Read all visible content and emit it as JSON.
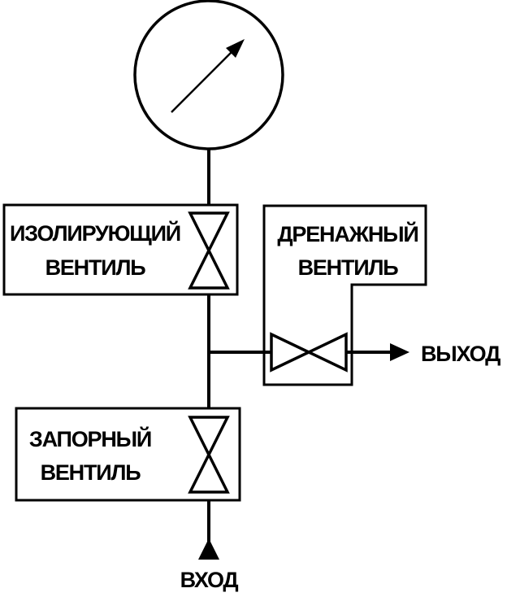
{
  "diagram": {
    "isolating_valve": {
      "line1": "ИЗОЛИРУЮЩИЙ",
      "line2": "ВЕНТИЛЬ"
    },
    "drain_valve": {
      "line1": "ДРЕНАЖНЫЙ",
      "line2": "ВЕНТИЛЬ"
    },
    "shutoff_valve": {
      "line1": "ЗАПОРНЫЙ",
      "line2": "ВЕНТИЛЬ"
    },
    "outlet_label": "ВЫХОД",
    "inlet_label": "ВХОД",
    "icons": [
      "pressure-gauge-icon",
      "gate-valve-icon",
      "arrow-right-icon",
      "arrow-up-icon"
    ],
    "colors": {
      "stroke": "#000000",
      "background": "#ffffff"
    }
  }
}
